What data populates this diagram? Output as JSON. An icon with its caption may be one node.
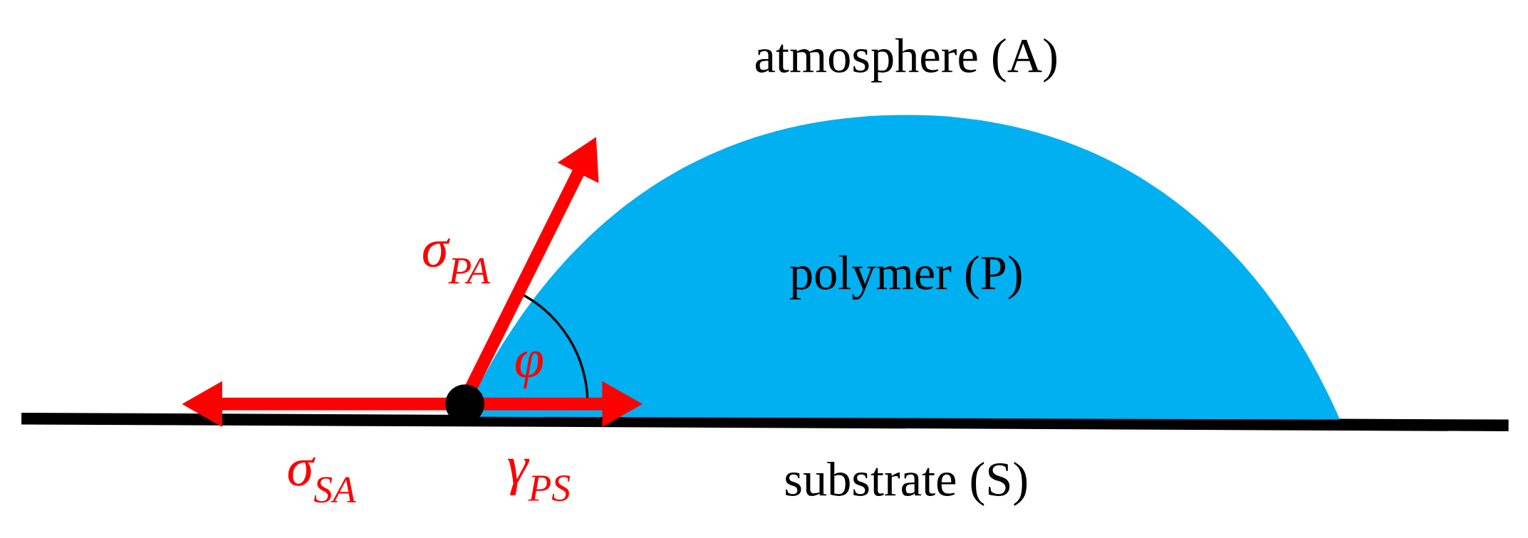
{
  "diagram": {
    "nodes": [
      {
        "text": [
          "polymer (P)"
        ]
      }
    ],
    "labels": [
      "atmosphere (A)",
      "σ$_{PA}$",
      "φ",
      "σ$_{SA}$",
      "γ$_{PS}$",
      "substrate (S)"
    ]
  }
}
